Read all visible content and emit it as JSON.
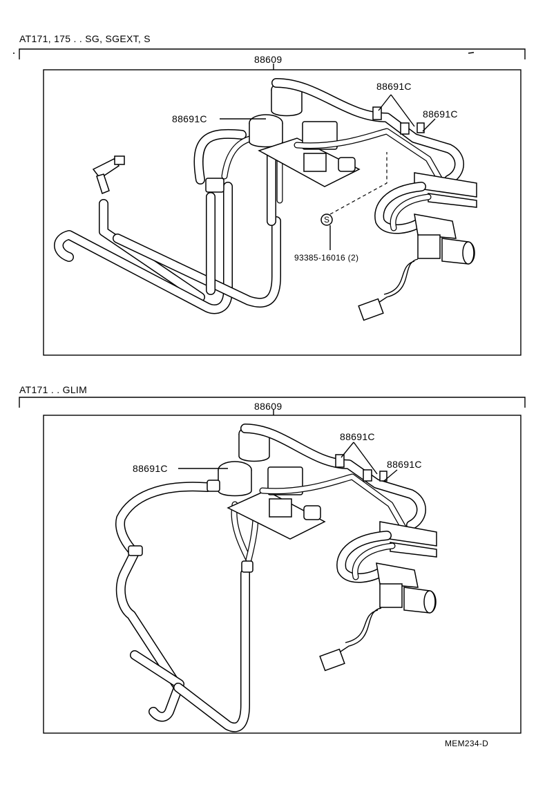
{
  "sections": [
    {
      "heading": "AT171, 175 . . SG, SGEXT, S",
      "assembly_label": "88609",
      "callouts": [
        "88691C",
        "88691C",
        "88691C"
      ],
      "bolt_symbol": "S",
      "bolt_label": "93385-16016 (2)"
    },
    {
      "heading": "AT171 . . GLIM",
      "assembly_label": "88609",
      "callouts": [
        "88691C",
        "88691C",
        "88691C"
      ]
    }
  ],
  "figure_code": "MEM234-D"
}
